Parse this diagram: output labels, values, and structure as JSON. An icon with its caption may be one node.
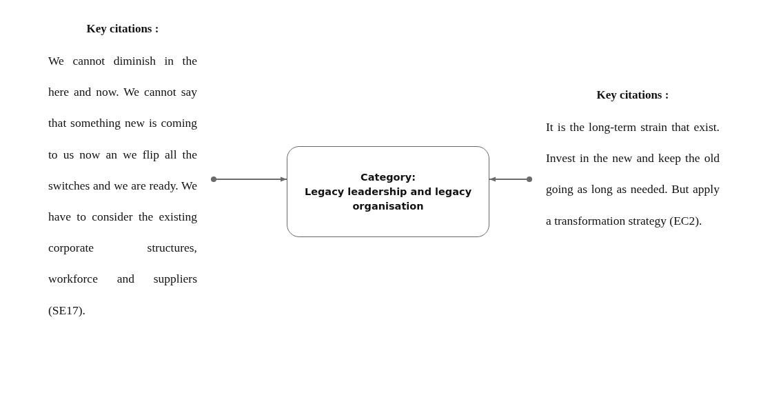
{
  "diagram": {
    "nodes": [
      {
        "text": [
          "Key citations :",
          "We cannot diminish in the here and now. We cannot say that something new is coming to us now an we flip all the switches and we are ready. We have to consider the existing corporate structures, workforce and suppliers (SE17)."
        ]
      },
      {
        "text": [
          "Category:",
          "Legacy leadership and legacy organisation"
        ]
      },
      {
        "text": [
          "Key citations :",
          "It is the long-term strain that exist. Invest in the new and keep the old going as long as needed. But apply a transformation strategy (EC2)."
        ]
      }
    ],
    "edges": [
      {
        "from": 0,
        "to": 1,
        "arrow": "to"
      },
      {
        "from": 2,
        "to": 1,
        "arrow": "to"
      }
    ]
  }
}
